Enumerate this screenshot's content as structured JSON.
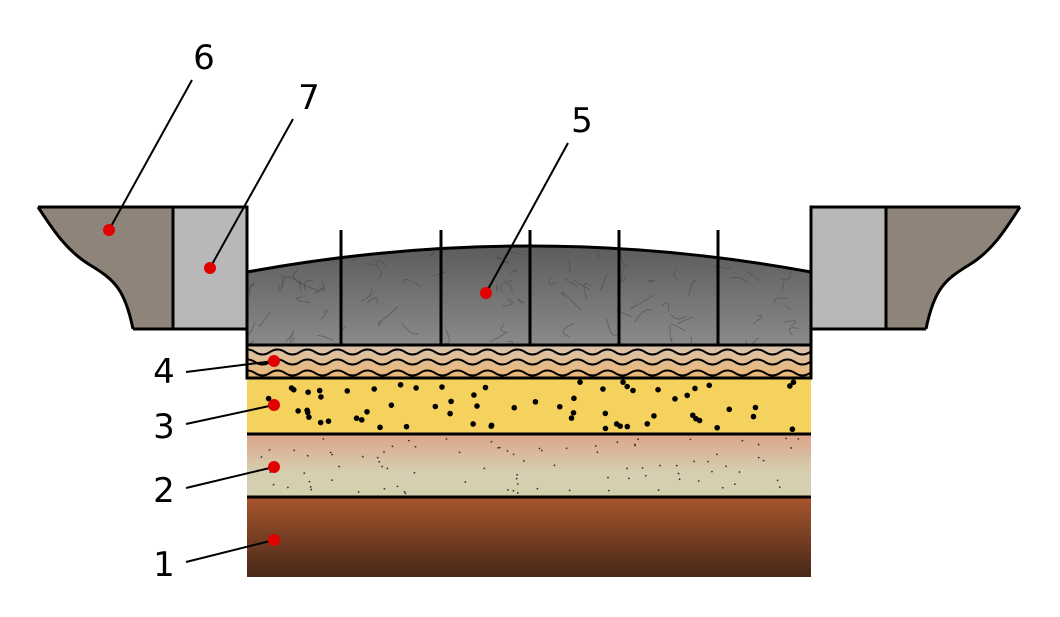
{
  "labels": {
    "l1": "1",
    "l2": "2",
    "l3": "3",
    "l4": "4",
    "l5": "5",
    "l6": "6",
    "l7": "7"
  },
  "colors": {
    "marker": "#e00000",
    "soil": "#8f8479",
    "curb": "#b8b8b8",
    "sand_yellow": "#f5d25e"
  }
}
